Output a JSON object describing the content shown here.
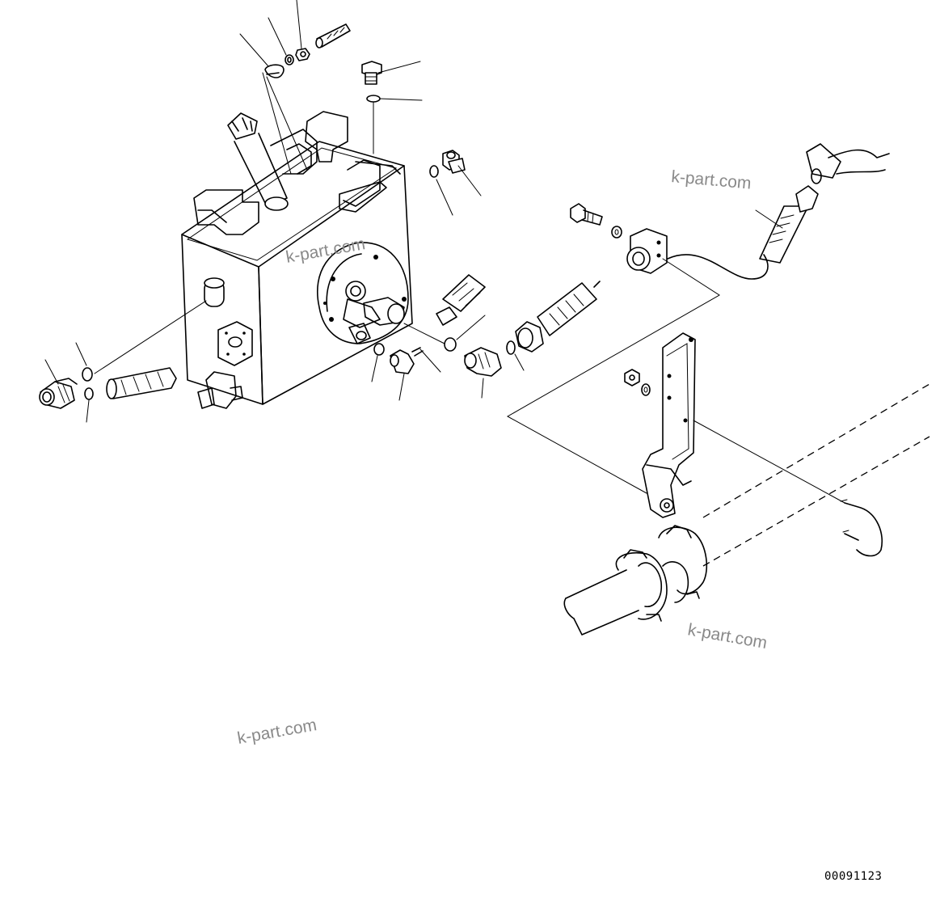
{
  "watermarks": [
    "k-part.com",
    "k-part.com",
    "k-part.com",
    "k-part.com"
  ],
  "drawing_code": "00091123"
}
